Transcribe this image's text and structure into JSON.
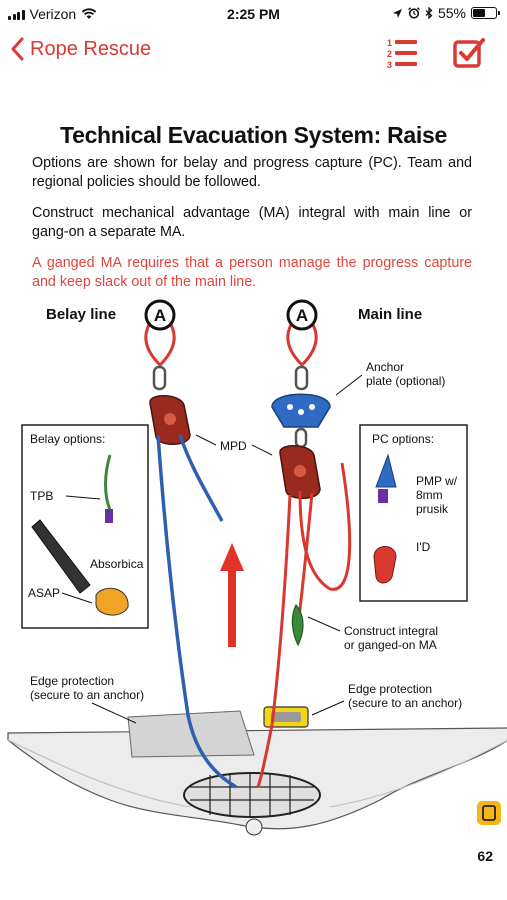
{
  "status_bar": {
    "carrier": "Verizon",
    "time": "2:25 PM",
    "battery": "55%",
    "battery_level": 0.55,
    "icons": [
      "signal-bars-icon",
      "wifi-icon",
      "location-arrow-icon",
      "alarm-clock-icon",
      "bluetooth-icon",
      "battery-icon"
    ]
  },
  "nav": {
    "back_label": "Rope Rescue",
    "icons": [
      "chevron-left-icon",
      "numbered-list-icon",
      "checklist-icon"
    ],
    "accent": "#d93a32"
  },
  "document": {
    "title": "Technical Evacuation System: Raise",
    "para1": "Options are shown for belay and progress capture (PC). Team and regional policies should be followed.",
    "para2": "Construct mechanical advantage (MA) integral with main line or gang-on a separate MA.",
    "warning": "A ganged MA requires that a person manage the progress capture and keep slack out of the main line.",
    "warning_color": "#e2453d"
  },
  "diagram": {
    "belay_line": "Belay line",
    "main_line": "Main line",
    "anchor_symbol": "A",
    "anchor_plate": [
      "Anchor",
      "plate (optional)"
    ],
    "mpd": "MPD",
    "belay_options_title": "Belay options:",
    "belay_options": [
      "TPB",
      "Absorbica",
      "ASAP"
    ],
    "pc_options_title": "PC options:",
    "pc_options": [
      "PMP w/",
      "8mm",
      "prusik",
      "I'D"
    ],
    "construct": [
      "Construct integral",
      "or ganged-on MA"
    ],
    "edge_left": [
      "Edge protection",
      "(secure to an anchor)"
    ],
    "edge_right": [
      "Edge protection",
      "(secure to an anchor)"
    ],
    "belay_rope_color": "#2f5fb0",
    "main_rope_color": "#d8382e"
  },
  "page_number": "62"
}
